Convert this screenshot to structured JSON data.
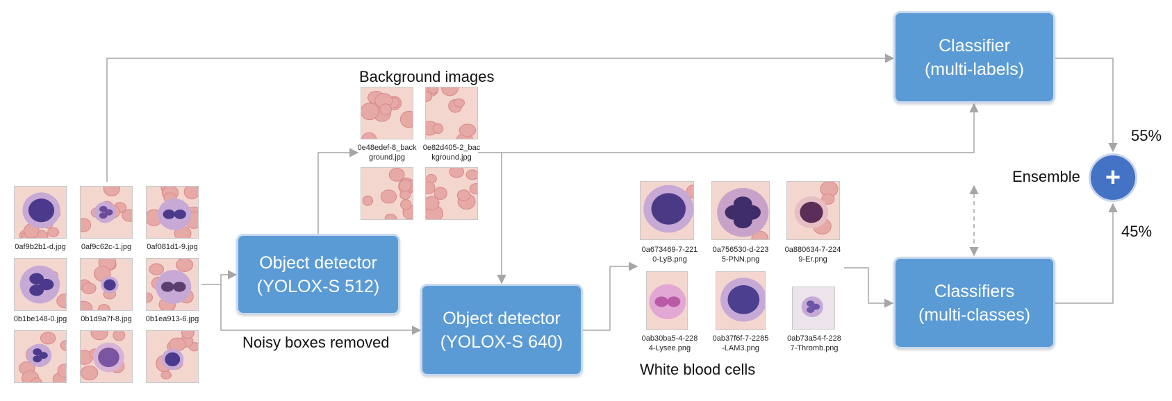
{
  "labels": {
    "background_images": "Background images",
    "noisy_boxes_removed": "Noisy boxes removed",
    "white_blood_cells": "White blood cells",
    "ensemble": "Ensemble",
    "weight_top": "55%",
    "weight_bottom": "45%"
  },
  "boxes": {
    "detector_512": [
      "Object detector",
      "(YOLOX-S 512)"
    ],
    "detector_640": [
      "Object detector",
      "(YOLOX-S 640)"
    ],
    "classifier_multilabel": [
      "Classifier",
      "(multi-labels)"
    ],
    "classifiers_multiclass": [
      "Classifiers",
      "(multi-classes)"
    ]
  },
  "ensemble_symbol": "+",
  "input_images": [
    {
      "caption": "0af9b2b1-d.jpg"
    },
    {
      "caption": "0af9c62c-1.jpg"
    },
    {
      "caption": "0af081d1-9.jpg"
    },
    {
      "caption": "0b1be148-0.jpg"
    },
    {
      "caption": "0b1d9a7f-8.jpg"
    },
    {
      "caption": "0b1ea913-6.jpg"
    },
    {
      "caption": ""
    },
    {
      "caption": ""
    },
    {
      "caption": ""
    }
  ],
  "background_images": [
    {
      "caption": [
        "0e48edef-8_back",
        "ground.jpg"
      ]
    },
    {
      "caption": [
        "0e82d405-2_bac",
        "kground.jpg"
      ]
    },
    {
      "caption": [
        "",
        ""
      ]
    },
    {
      "caption": [
        "",
        ""
      ]
    }
  ],
  "cell_images": [
    {
      "caption": [
        "0a673469-7-221",
        "0-LyB.png"
      ]
    },
    {
      "caption": [
        "0a756530-d-223",
        "5-PNN.png"
      ]
    },
    {
      "caption": [
        "0a880634-7-224",
        "9-Er.png"
      ]
    },
    {
      "caption": [
        "0ab30ba5-4-228",
        "4-Lysee.png"
      ]
    },
    {
      "caption": [
        "0ab37f6f-7-2285",
        "-LAM3.png"
      ]
    },
    {
      "caption": [
        "0ab73a54-f-228",
        "7-Thromb.png"
      ]
    }
  ],
  "colors": {
    "box_fill": "#5b9bd5",
    "ensemble_fill": "#4472c4",
    "arrow": "#a6a6a6",
    "smear_bg": "#f3d7cf",
    "rbc": "#e7a9a6",
    "wbc_nucleus": "#4b3a8c"
  }
}
